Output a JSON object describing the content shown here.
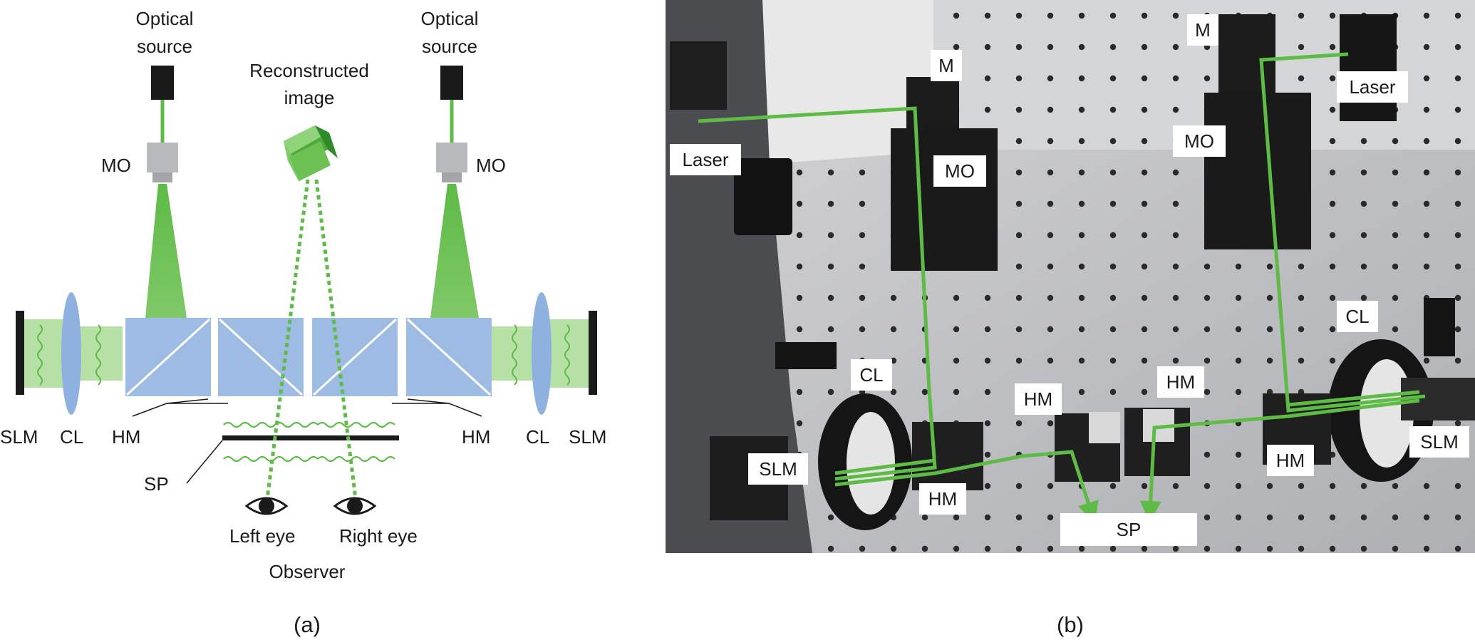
{
  "panel_a": {
    "optical_source_left": [
      "Optical",
      "source"
    ],
    "optical_source_right": [
      "Optical",
      "source"
    ],
    "reconstructed_image": [
      "Reconstructed",
      "image"
    ],
    "mo_left": "MO",
    "mo_right": "MO",
    "slm_left": "SLM",
    "cl_left": "CL",
    "hm_left": "HM",
    "hm_right": "HM",
    "cl_right": "CL",
    "slm_right": "SLM",
    "sp": "SP",
    "left_eye": "Left eye",
    "right_eye": "Right eye",
    "observer": "Observer",
    "caption": "(a)"
  },
  "panel_b": {
    "laser_left": "Laser",
    "laser_right": "Laser",
    "m_left": "M",
    "m_right": "M",
    "mo_left": "MO",
    "mo_right": "MO",
    "cl_left": "CL",
    "cl_right": "CL",
    "slm_left": "SLM",
    "slm_right": "SLM",
    "hm_1": "HM",
    "hm_2": "HM",
    "hm_3": "HM",
    "hm_4": "HM",
    "sp": "SP",
    "caption": "(b)"
  },
  "colors": {
    "beam_green": "#5dbb46",
    "light_green": "#9fd58b",
    "prism_blue": "#9dbbe3",
    "lens_blue": "#8fb1df",
    "source_black": "#1a1a1a"
  }
}
